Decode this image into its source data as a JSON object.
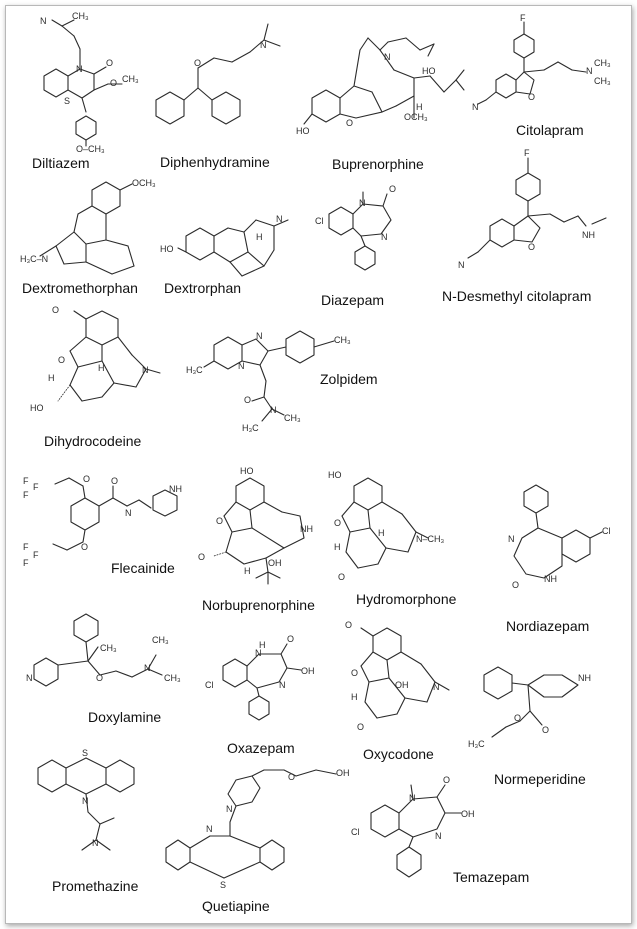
{
  "compounds": [
    {
      "name": "Diltiazem"
    },
    {
      "name": "Diphenhydramine"
    },
    {
      "name": "Buprenorphine"
    },
    {
      "name": "Citolapram"
    },
    {
      "name": "Dextromethorphan"
    },
    {
      "name": "Dextrorphan"
    },
    {
      "name": "Diazepam"
    },
    {
      "name": "N-Desmethyl citolapram"
    },
    {
      "name": "Dihydrocodeine"
    },
    {
      "name": "Zolpidem"
    },
    {
      "name": "Flecainide"
    },
    {
      "name": "Norbuprenorphine"
    },
    {
      "name": "Hydromorphone"
    },
    {
      "name": "Nordiazepam"
    },
    {
      "name": "Doxylamine"
    },
    {
      "name": "Oxazepam"
    },
    {
      "name": "Oxycodone"
    },
    {
      "name": "Normeperidine"
    },
    {
      "name": "Promethazine"
    },
    {
      "name": "Quetiapine"
    },
    {
      "name": "Temazepam"
    }
  ]
}
